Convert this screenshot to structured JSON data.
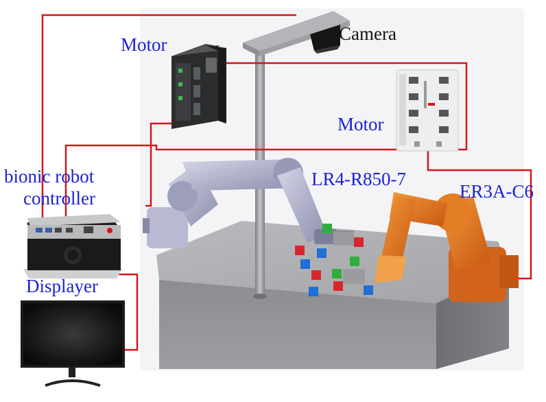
{
  "labels": {
    "camera": "Camera",
    "motor_top": "Motor",
    "motor_right": "Motor",
    "controller_line1": "bionic robot",
    "controller_line2": "controller",
    "displayer": "Displayer",
    "robot_left": "LR4-R850-7",
    "robot_right": "ER3A-C6"
  },
  "colors": {
    "label_blue": "#1a22d8",
    "wire_red": "#d81418",
    "robot_orange": "#e0701a",
    "robot_gray": "#a7a9c4",
    "table_gray": "#9a9b9e"
  },
  "icons": {
    "camera": "camera-icon",
    "motor_driver_top": "motor-driver-icon",
    "motor_driver_right": "motor-driver-icon",
    "controller": "controller-box-icon",
    "monitor": "monitor-icon"
  }
}
